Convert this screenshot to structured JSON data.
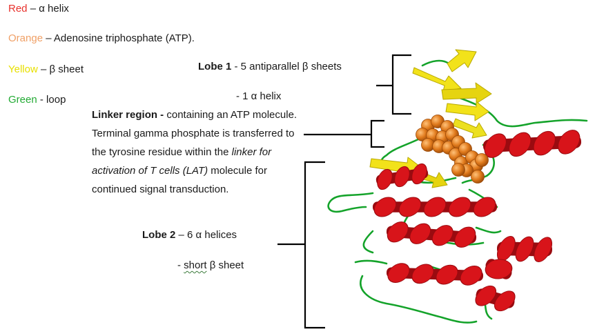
{
  "legend": [
    {
      "color_name": "Red",
      "separator": " – ",
      "meaning": "α helix",
      "color": "#e8312c"
    },
    {
      "color_name": "Orange",
      "separator": " – ",
      "meaning": "Adenosine triphosphate (ATP).",
      "color": "#f0a066"
    },
    {
      "color_name": "Yellow",
      "separator": " – ",
      "meaning": "β sheet",
      "color": "#e8e000"
    },
    {
      "color_name": "Green",
      "separator": " - ",
      "meaning": "loop",
      "color": "#22aa33"
    }
  ],
  "lobe1": {
    "title": "Lobe 1",
    "desc": " - 5 antiparallel  β sheets",
    "sub": "- 1 α helix"
  },
  "linker": {
    "title": "Linker region -",
    "text1": " containing an ATP molecule. Terminal gamma phosphate is transferred to the tyrosine residue within the ",
    "italic": "linker for activation of T cells (LAT)",
    "text2": " molecule for continued signal transduction."
  },
  "lobe2": {
    "title": "Lobe 2",
    "desc": " – 6 α helices",
    "sub_prefix": "-  ",
    "sub_word": "short",
    "sub_suffix": " β sheet"
  },
  "colors": {
    "helix": "#d8141a",
    "helix_dark": "#9a0b10",
    "sheet": "#f2e21a",
    "sheet_dark": "#b8a800",
    "loop": "#14a32a",
    "atp": "#e07a1c",
    "atp_dark": "#9c4a08",
    "bracket": "#000000"
  }
}
